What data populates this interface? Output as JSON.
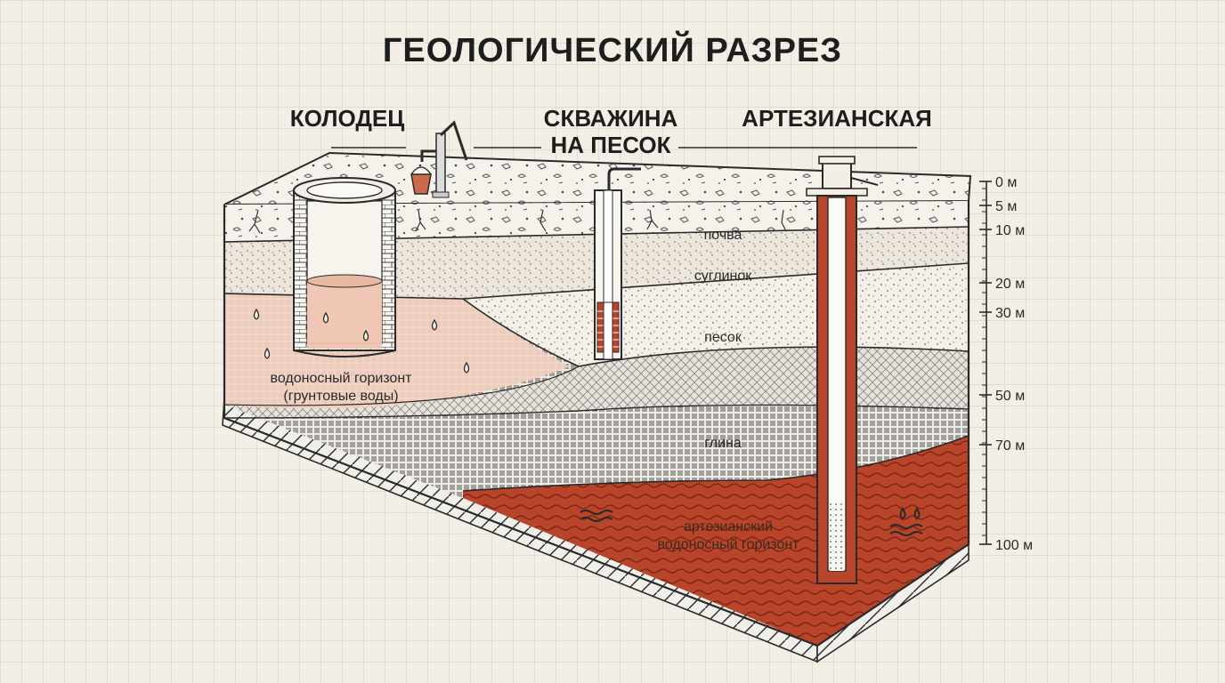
{
  "title": "ГЕОЛОГИЧЕСКИЙ РАЗРЕЗ",
  "methods": {
    "well": "КОЛОДЕЦ",
    "sand_borehole": [
      "СКВАЖИНА",
      "НА ПЕСОК"
    ],
    "artesian": "АРТЕЗИАНСКАЯ"
  },
  "layers": {
    "soil": "почва",
    "loam": "суглинок",
    "sand": "песок",
    "clay": "глина"
  },
  "groundwater": [
    "водоносный горизонт",
    "(грунтовые воды)"
  ],
  "artesian_aquifer": [
    "артезианский",
    "водоносный горизонт"
  ],
  "depth_scale": [
    "0 м",
    "5 м",
    "10 м",
    "20 м",
    "30 м",
    "50 м",
    "70 м",
    "100 м"
  ],
  "colors": {
    "artesian_layer": "#b8442a",
    "groundwater": "#f2d0c0",
    "outline": "#2a2a2a"
  }
}
